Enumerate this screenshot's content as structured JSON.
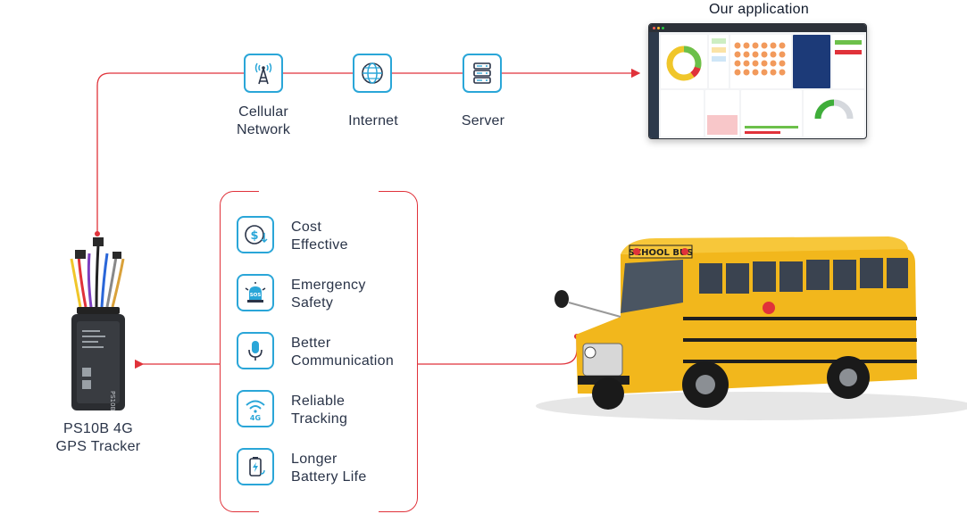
{
  "app_title": "Our application",
  "network": [
    {
      "label_line1": "Cellular",
      "label_line2": "Network",
      "icon": "cell-tower-icon"
    },
    {
      "label_line1": "Internet",
      "label_line2": "",
      "icon": "globe-icon"
    },
    {
      "label_line1": "Server",
      "label_line2": "",
      "icon": "server-icon"
    }
  ],
  "features": [
    {
      "line1": "Cost",
      "line2": "Effective",
      "icon": "dollar-coin-icon"
    },
    {
      "line1": "Emergency",
      "line2": "Safety",
      "icon": "sos-alarm-icon"
    },
    {
      "line1": "Better",
      "line2": "Communication",
      "icon": "microphone-icon"
    },
    {
      "line1": "Reliable",
      "line2": "Tracking",
      "icon": "wifi-4g-icon"
    },
    {
      "line1": "Longer",
      "line2": "Battery Life",
      "icon": "battery-icon"
    }
  ],
  "tracker": {
    "line1": "PS10B 4G",
    "line2": "GPS Tracker",
    "device_text": "PS10B"
  },
  "bus": {
    "sign_text": "SCHOOL BUS"
  },
  "colors": {
    "connector_red": "#e0323a",
    "icon_blue": "#2aa6d8",
    "text_dark": "#2a3448",
    "bus_yellow": "#f2b71c"
  }
}
